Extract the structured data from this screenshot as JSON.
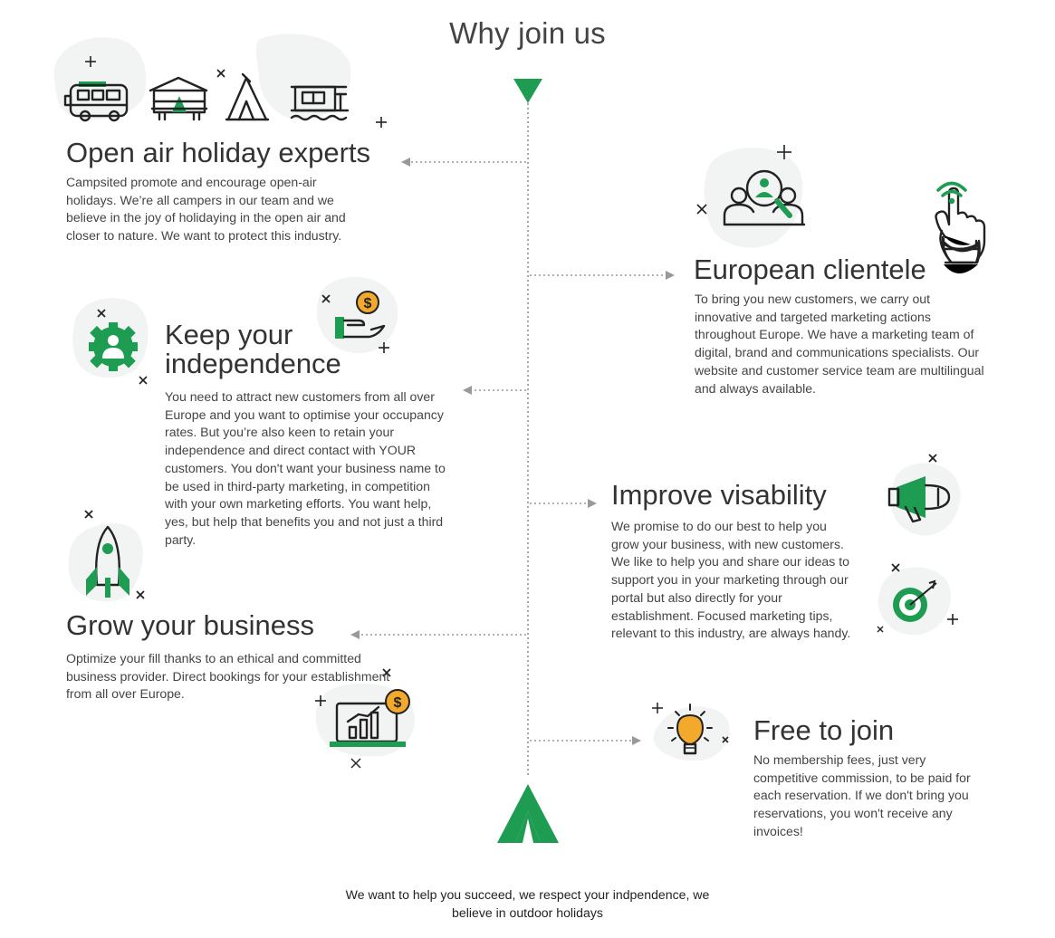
{
  "page": {
    "title": "Why join us",
    "footer": "We want to help you succeed, we respect your indpendence, we believe in  outdoor holidays"
  },
  "colors": {
    "accent_green": "#1e9c52",
    "gold": "#f3aa2c",
    "text": "#333333",
    "timeline": "#a8a8a8"
  },
  "sections": {
    "open_air": {
      "title": "Open air holiday experts",
      "body": "Campsited promote and encourage open-air holidays. We’re all campers in our team and we believe in the joy of holidaying in the open air and closer to nature. We want to protect this industry.",
      "icons": [
        "campervan-icon",
        "mobile-home-icon",
        "tent-icon",
        "lodge-icon"
      ]
    },
    "european": {
      "title": "European clientele",
      "body": "To bring you new customers, we carry out innovative and targeted marketing actions throughout Europe. We have a marketing team of digital, brand and communications specialists. Our website and customer service team are multilingual and always available.",
      "icons": [
        "customer-search-icon",
        "hand-click-icon"
      ]
    },
    "independence": {
      "title_line1": "Keep  your",
      "title_line2": "independence",
      "body": "You need to attract new customers from all over Europe and you want to optimise your occupancy rates. But you’re also keen to retain your independence and direct contact with YOUR customers.  You don't want your business name to be used in third-party marketing, in competition with your own marketing efforts. You want help, yes, but help that benefits you and not just a third party.",
      "icons": [
        "gear-user-icon",
        "hand-coin-icon"
      ]
    },
    "visibility": {
      "title": "Improve visability",
      "body": "We promise to do our best to help you grow your business, with new customers. We like to help you and share our ideas to support you in your marketing through our portal but also directly for your establishment. Focused marketing tips, relevant to this industry, are always handy.",
      "icons": [
        "megaphone-icon",
        "target-icon"
      ]
    },
    "grow": {
      "title": "Grow your business",
      "body": "Optimize your fill thanks to an ethical and committed business provider. Direct bookings for your establishment from all over Europe.",
      "icons": [
        "rocket-icon",
        "laptop-chart-icon"
      ]
    },
    "free": {
      "title": "Free to join",
      "body": "No membership fees, just very competitive  commission, to be paid for each reservation. If we don't bring you reservations, you won't receive any invoices!",
      "icons": [
        "lightbulb-icon"
      ]
    }
  },
  "coin_symbol": "$"
}
